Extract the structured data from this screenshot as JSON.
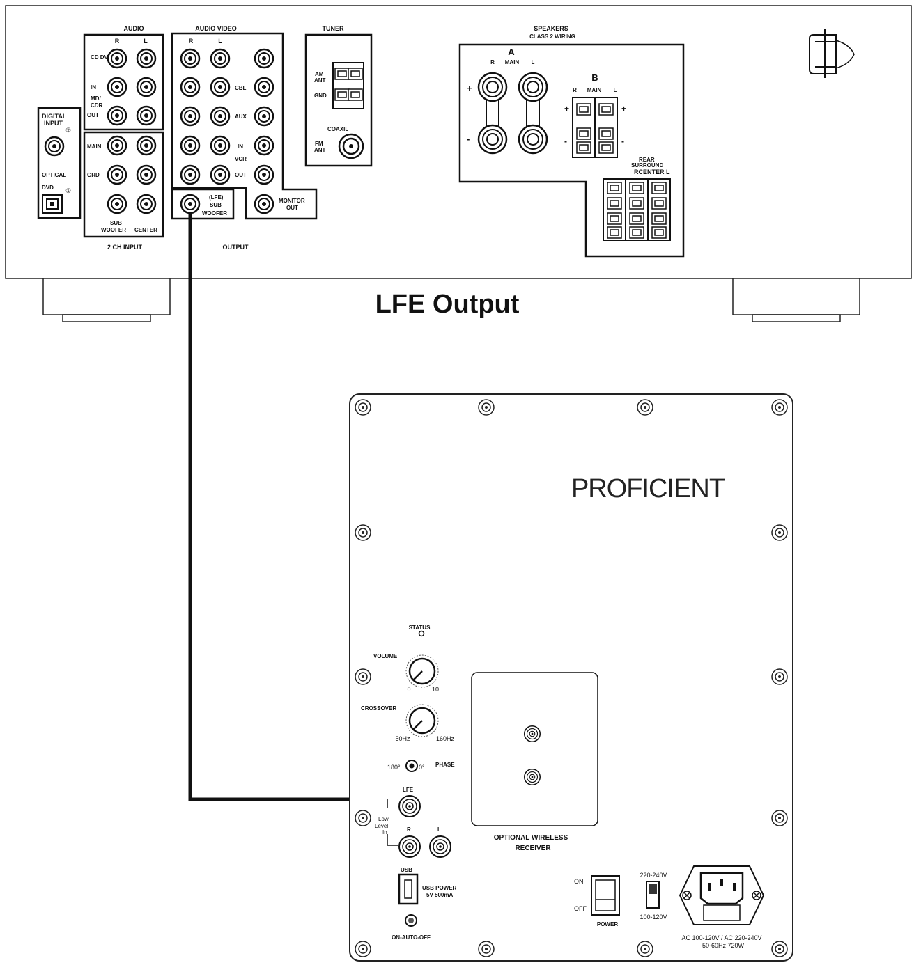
{
  "diagram": {
    "title": "LFE Output",
    "receiver": {
      "groups": {
        "audio": "AUDIO",
        "audio_video": "AUDIO VIDEO",
        "tuner": "TUNER",
        "speakers": "SPEAKERS",
        "speakers_sub": "CLASS 2 WIRING",
        "two_ch_input": "2 CH INPUT",
        "output": "OUTPUT"
      },
      "channel_labels": {
        "r": "R",
        "l": "L",
        "main": "MAIN"
      },
      "audio_rows": [
        "CD DVD",
        "IN",
        "MD/",
        "CDR",
        "OUT",
        "MAIN",
        "GRD",
        "SUB",
        "WOOFER",
        "CENTER"
      ],
      "av_rows": [
        "CBL",
        "AUX",
        "IN",
        "VCR",
        "OUT"
      ],
      "lfe_jack": [
        "(LFE)",
        "SUB",
        "WOOFER"
      ],
      "monitor": [
        "MONITOR",
        "OUT"
      ],
      "tuner": {
        "am": [
          "AM",
          "ANT"
        ],
        "gnd": "GND",
        "coaxil": "COAXIL",
        "fm": [
          "FM",
          "ANT"
        ]
      },
      "digital": {
        "title1": "DIGITAL",
        "title2": "INPUT",
        "num2": "②",
        "optical": "OPTICAL",
        "dvd": "DVD",
        "num1": "①"
      },
      "speakers": {
        "a": "A",
        "b": "B",
        "plus": "+",
        "minus": "-",
        "rear1": "REAR",
        "rear2": "SURROUND",
        "rear3": "RCENTER L"
      }
    },
    "subwoofer": {
      "brand": "PROFICIENT",
      "status": "STATUS",
      "volume": "VOLUME",
      "volume_min": "0",
      "volume_max": "10",
      "crossover": "CROSSOVER",
      "crossover_min": "50Hz",
      "crossover_max": "160Hz",
      "phase_180": "180°",
      "phase_0": "0°",
      "phase": "PHASE",
      "lfe": "LFE",
      "low_level_in": [
        "Low",
        "Level",
        "In"
      ],
      "r": "R",
      "l": "L",
      "usb": "USB",
      "usb_power": [
        "USB POWER",
        "5V 500mA"
      ],
      "on_auto_off": "ON-AUTO-OFF",
      "wireless": [
        "OPTIONAL WIRELESS",
        "RECEIVER"
      ],
      "switch_on": "ON",
      "switch_off": "OFF",
      "power": "POWER",
      "voltage_high": "220-240V",
      "voltage_low": "100-120V",
      "ac_rating": [
        "AC 100-120V / AC 220-240V",
        "50-60Hz 720W"
      ]
    }
  }
}
